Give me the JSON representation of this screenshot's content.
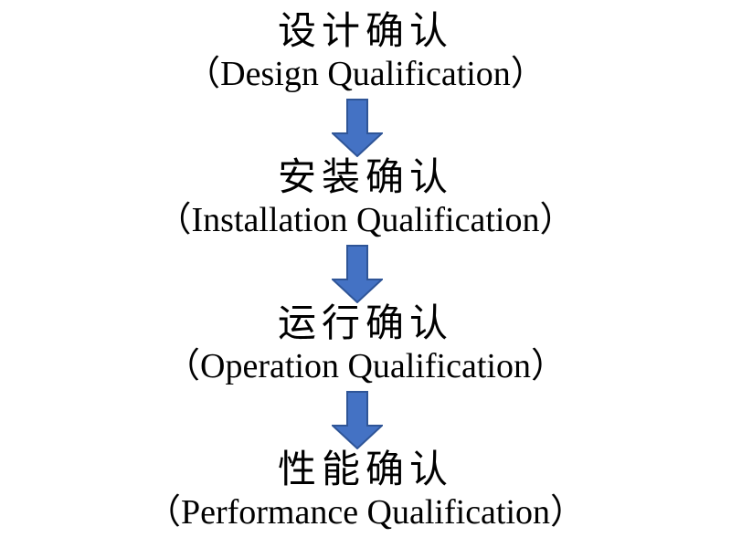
{
  "diagram": {
    "background_color": "#FFFFFF",
    "text_color": "#000000",
    "arrow_fill": "#4472C4",
    "arrow_stroke": "#2F5597",
    "stages": [
      {
        "cn": "设计确认",
        "en": "（Design Qualification）"
      },
      {
        "cn": "安装确认",
        "en": "（Installation Qualification）"
      },
      {
        "cn": "运行确认",
        "en": "（Operation Qualification）"
      },
      {
        "cn": "性能确认",
        "en": "（Performance Qualification）"
      }
    ]
  }
}
